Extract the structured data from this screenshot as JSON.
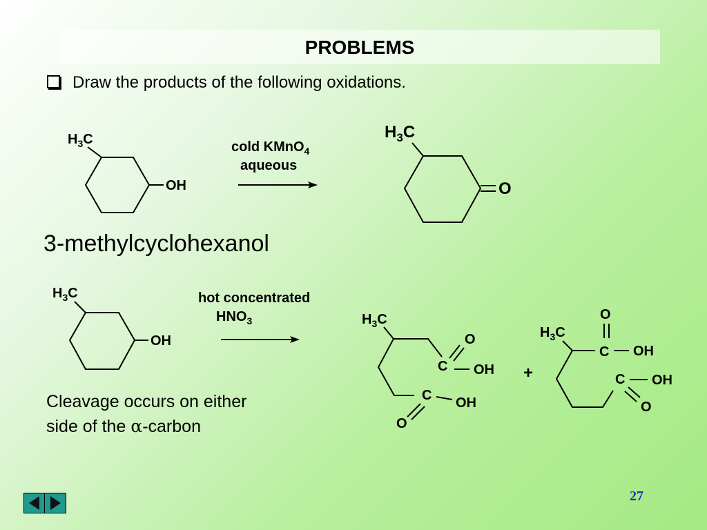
{
  "title": "PROBLEMS",
  "instruction": "Draw the products of the following oxidations.",
  "reaction1": {
    "reactant_methyl": {
      "main": "H",
      "sub": "3",
      "end": "C"
    },
    "reactant_oh": "OH",
    "reagent_line1": {
      "main": "cold KMnO",
      "sub": "4"
    },
    "reagent_line2": "aqueous",
    "product_methyl": {
      "main": "H",
      "sub": "3",
      "end": "C"
    },
    "product_ketone_o": "O"
  },
  "compound_name": "3-methylcyclohexanol",
  "reaction2": {
    "reactant_methyl": {
      "main": "H",
      "sub": "3",
      "end": "C"
    },
    "reactant_oh": "OH",
    "reagent_line1": "hot concentrated",
    "reagent_line2": {
      "main": "HNO",
      "sub": "3"
    },
    "product1": {
      "methyl": {
        "main": "H",
        "sub": "3",
        "end": "C"
      },
      "c_top": "C",
      "o_top": "O",
      "oh_top": "OH",
      "c_bottom": "C",
      "o_bottom": "O",
      "oh_bottom": "OH"
    },
    "plus": "+",
    "product2": {
      "methyl": {
        "main": "H",
        "sub": "3",
        "end": "C"
      },
      "c_top": "C",
      "o_top": "O",
      "oh_top": "OH",
      "c_bottom": "C",
      "o_bottom": "O",
      "oh_bottom": "OH"
    }
  },
  "note_line1": "Cleavage occurs on either",
  "note_line2_prefix": "side of the ",
  "note_line2_symbol": "α",
  "note_line2_suffix": "-carbon",
  "slide_number": "27",
  "nav": {
    "prev_icon": "triangle-left-icon",
    "next_icon": "triangle-right-icon"
  }
}
